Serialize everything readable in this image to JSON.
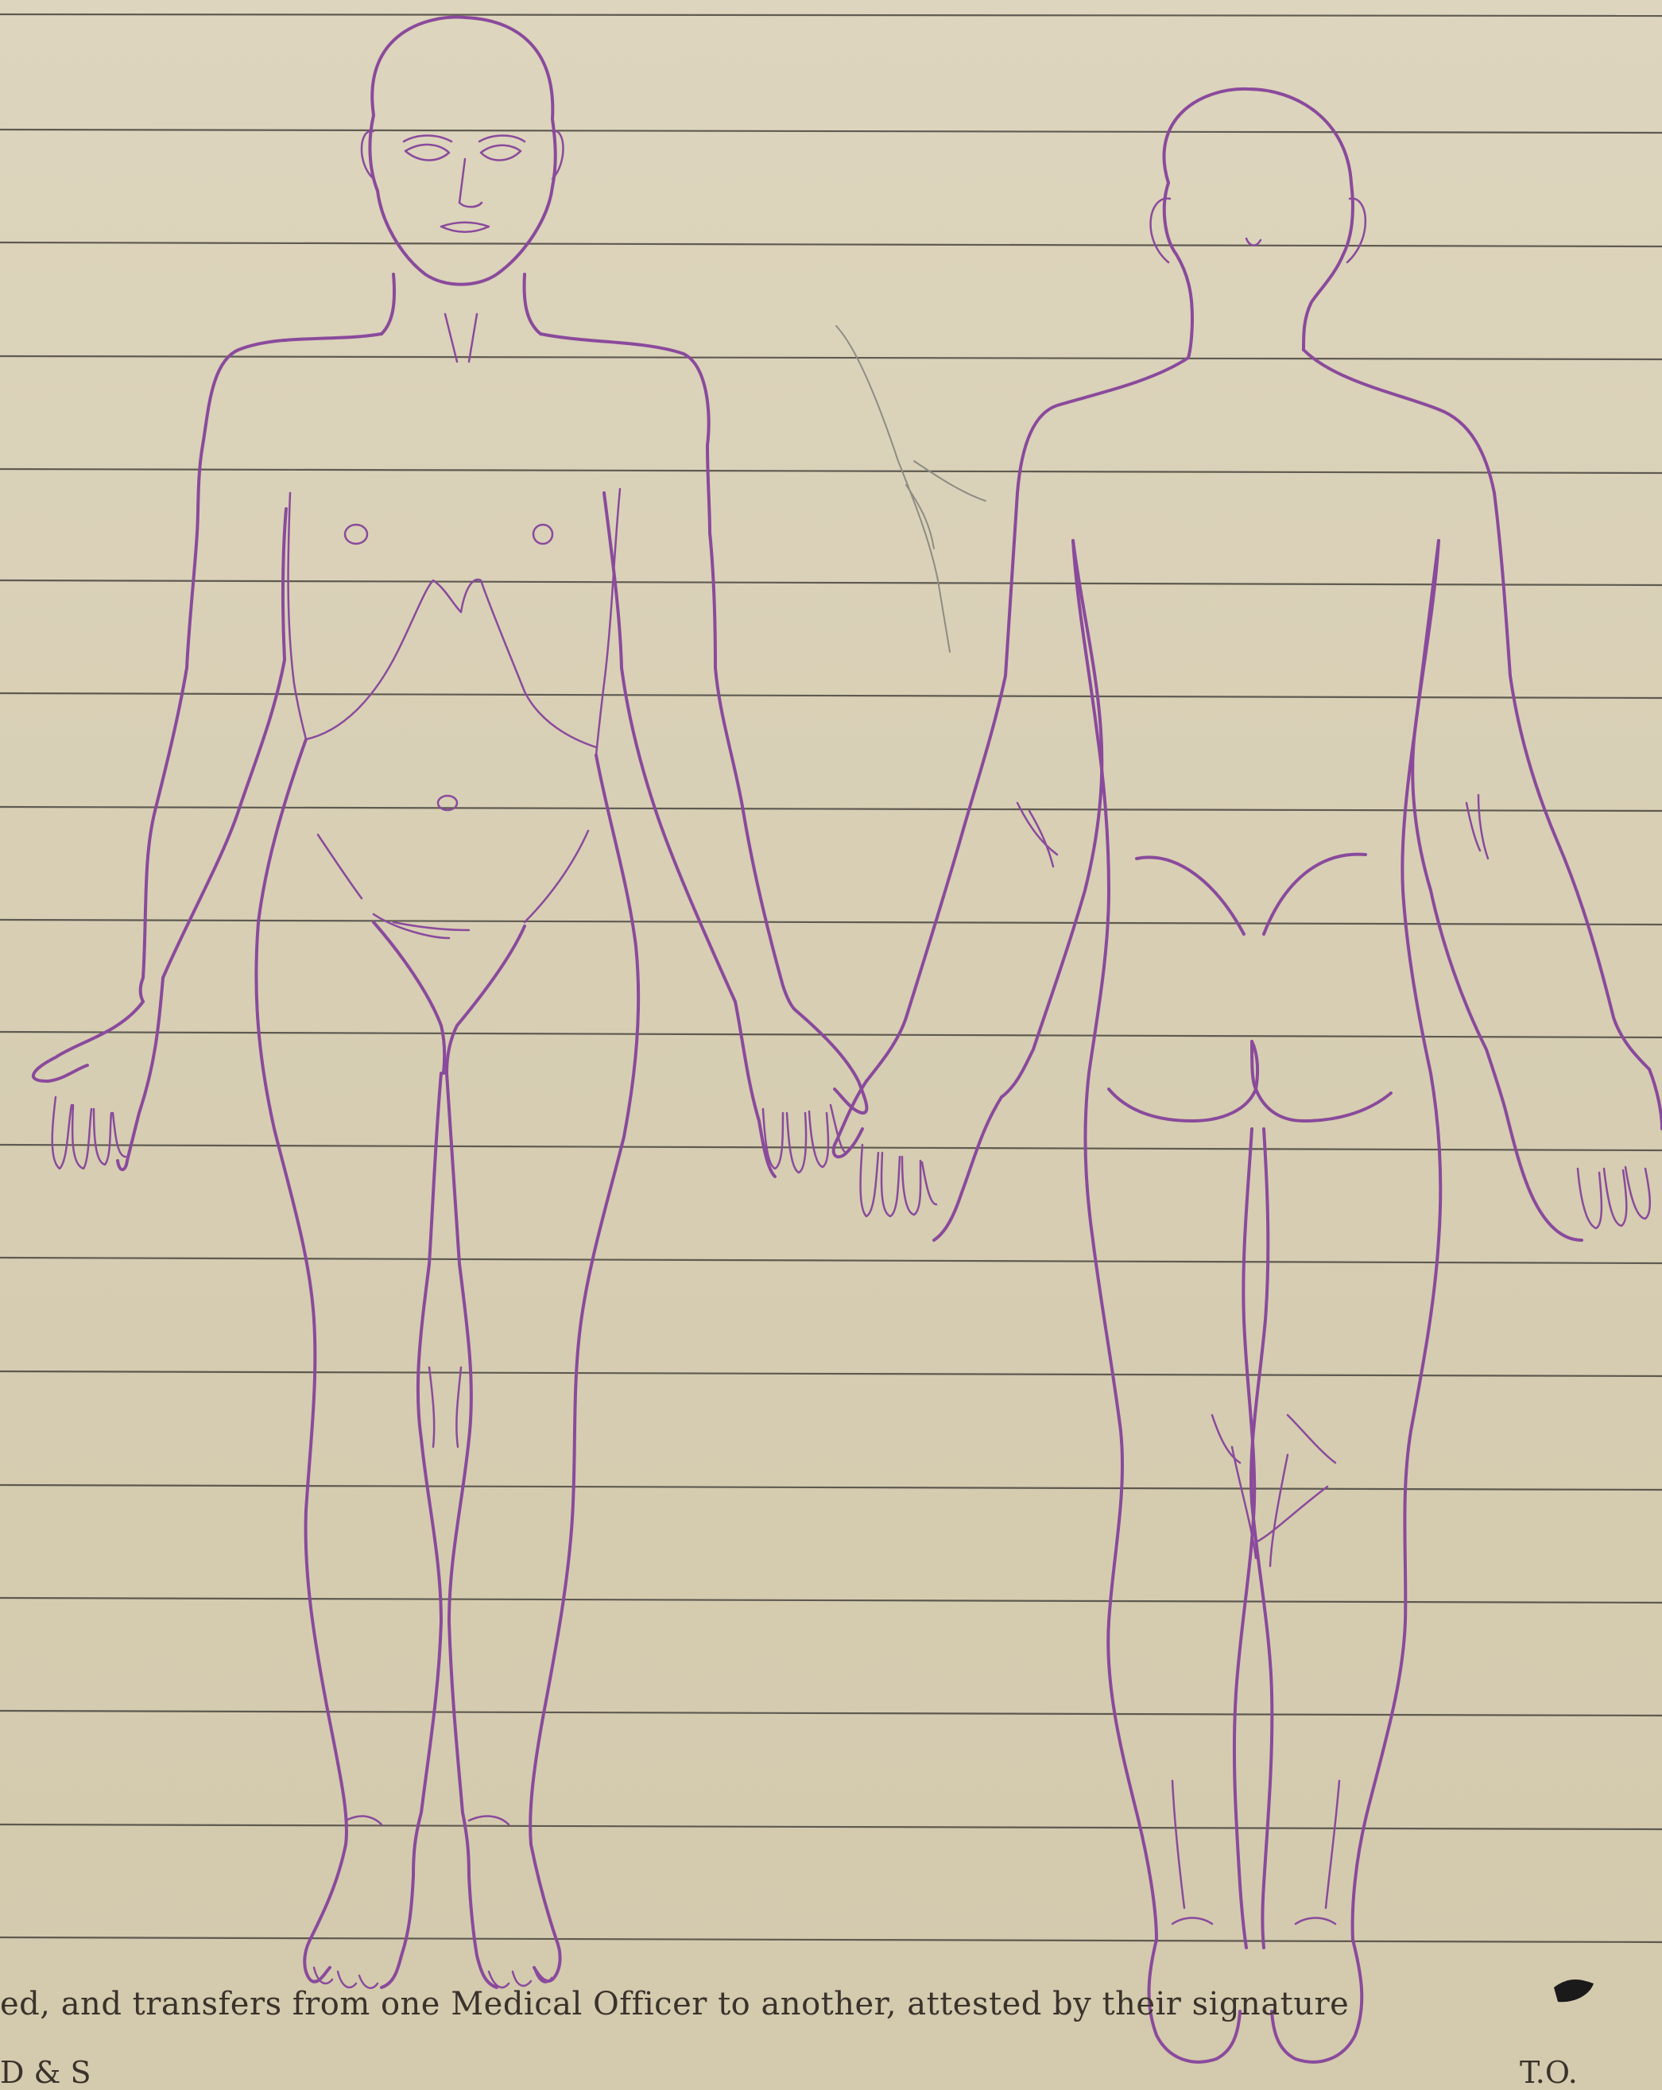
{
  "document": {
    "footer_text": "ed, and transfers from one Medical Officer to another, attested by their signature",
    "bottom_left_mark": "D & S",
    "bottom_right_mark": "T.O."
  },
  "colors": {
    "paper": "#d8d0b6",
    "ruled_line": "#4a4640",
    "figure_ink": "#8a4a9c",
    "print_ink": "#3a332b"
  },
  "figures": [
    {
      "view": "front",
      "depicts": "human body outline, anterior view"
    },
    {
      "view": "back",
      "depicts": "human body outline, posterior view"
    }
  ]
}
